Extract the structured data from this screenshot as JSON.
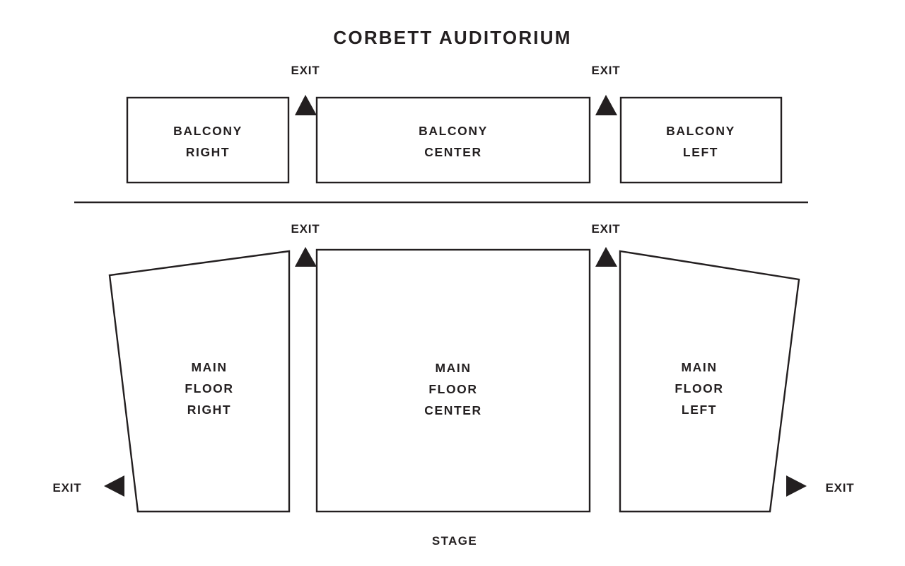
{
  "venue": {
    "title": "CORBETT AUDITORIUM",
    "stage_label": "STAGE"
  },
  "colors": {
    "ink": "#231f20",
    "background": "#ffffff"
  },
  "sections": {
    "balcony": [
      {
        "id": "balcony-right",
        "line1": "BALCONY",
        "line2": "RIGHT",
        "shape": "rect"
      },
      {
        "id": "balcony-center",
        "line1": "BALCONY",
        "line2": "CENTER",
        "shape": "rect"
      },
      {
        "id": "balcony-left",
        "line1": "BALCONY",
        "line2": "LEFT",
        "shape": "rect"
      }
    ],
    "main_floor": [
      {
        "id": "main-floor-right",
        "line1": "MAIN",
        "line2": "FLOOR",
        "line3": "RIGHT",
        "shape": "quadrilateral"
      },
      {
        "id": "main-floor-center",
        "line1": "MAIN",
        "line2": "FLOOR",
        "line3": "CENTER",
        "shape": "rect"
      },
      {
        "id": "main-floor-left",
        "line1": "MAIN",
        "line2": "FLOOR",
        "line3": "LEFT",
        "shape": "quadrilateral"
      }
    ]
  },
  "exits": [
    {
      "id": "exit-balcony-left-aisle",
      "label": "EXIT",
      "direction": "up"
    },
    {
      "id": "exit-balcony-right-aisle",
      "label": "EXIT",
      "direction": "up"
    },
    {
      "id": "exit-main-left-aisle",
      "label": "EXIT",
      "direction": "up"
    },
    {
      "id": "exit-main-right-aisle",
      "label": "EXIT",
      "direction": "up"
    },
    {
      "id": "exit-main-floor-right-side",
      "label": "EXIT",
      "direction": "left"
    },
    {
      "id": "exit-main-floor-left-side",
      "label": "EXIT",
      "direction": "right"
    }
  ]
}
